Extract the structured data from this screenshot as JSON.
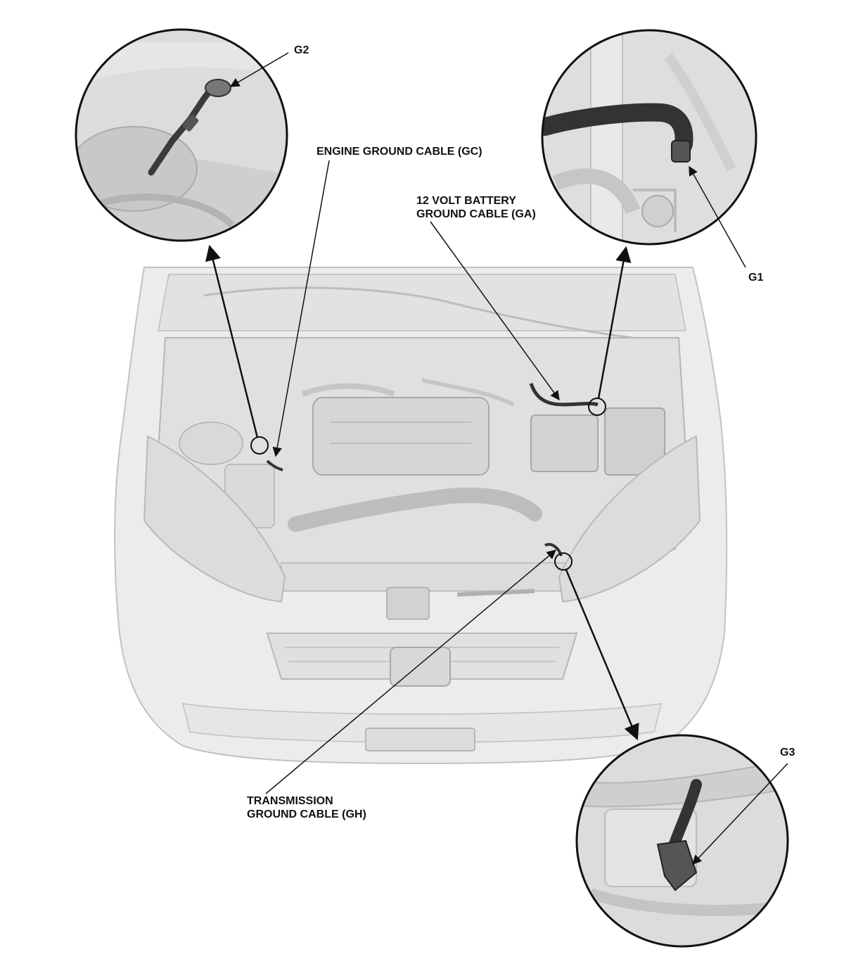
{
  "callouts": {
    "g1": "G1",
    "g2": "G2",
    "g3": "G3"
  },
  "labels": {
    "engine_ground": "ENGINE GROUND CABLE (GC)",
    "battery_ground_line1": "12 VOLT BATTERY",
    "battery_ground_line2": "GROUND CABLE (GA)",
    "transmission_ground_line1": "TRANSMISSION",
    "transmission_ground_line2": "GROUND CABLE (GH)"
  },
  "colors": {
    "line": "#111111",
    "vehicle_fill": "#e9e9e9",
    "vehicle_stroke": "#b4b4b4",
    "detail_fill": "#cfcfcf",
    "cable": "#333333"
  }
}
